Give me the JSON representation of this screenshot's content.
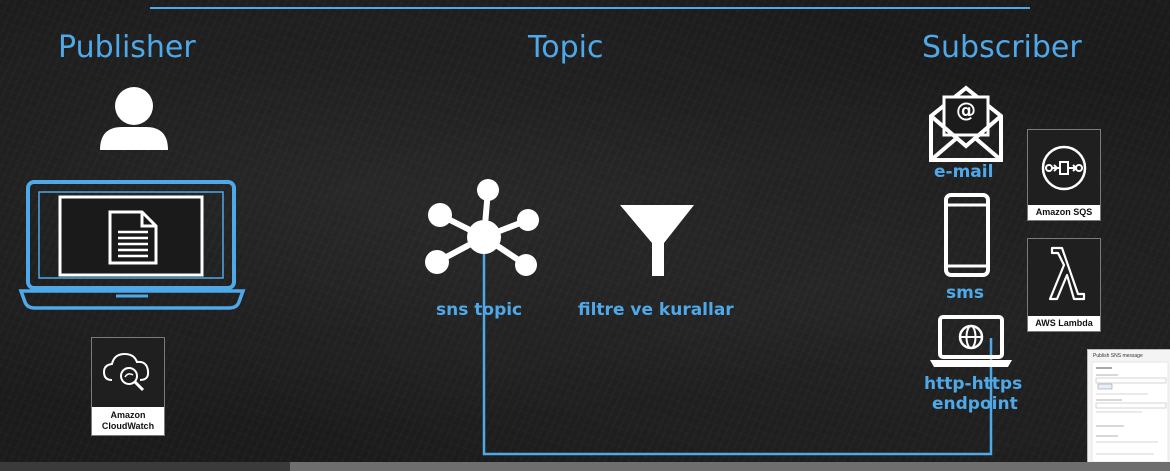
{
  "headings": {
    "publisher": "Publisher",
    "topic": "Topic",
    "subscriber": "Subscriber"
  },
  "topic_items": {
    "sns_topic": "sns topic",
    "filter": "filtre ve kurallar"
  },
  "subscribers": {
    "email": "e-mail",
    "sms": "sms",
    "http_line1": "http-https",
    "http_line2": "endpoint"
  },
  "services": {
    "cloudwatch_line1": "Amazon",
    "cloudwatch_line2": "CloudWatch",
    "sqs": "Amazon SQS",
    "lambda": "AWS Lambda"
  },
  "thumbnail": {
    "title": "Publish SNS message"
  },
  "colors": {
    "accent": "#4fa8e8",
    "badge_bg": "#1f1f1f",
    "background": "#1b1b1b"
  }
}
